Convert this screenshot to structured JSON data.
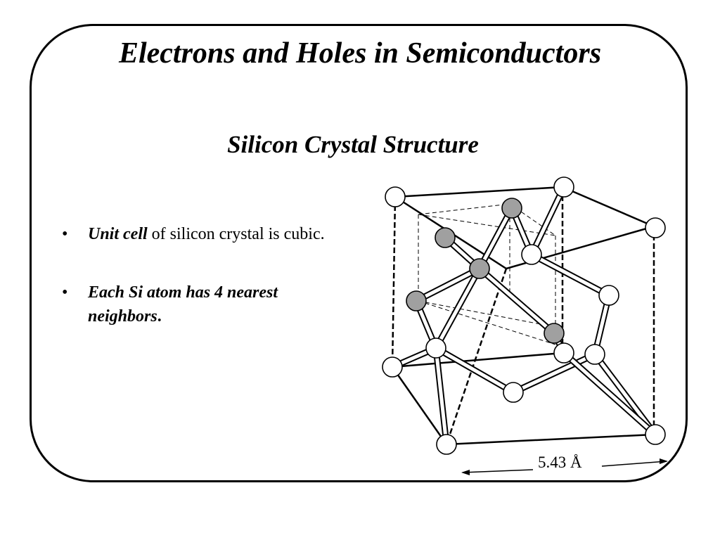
{
  "slide": {
    "title": "Electrons and Holes in Semiconductors",
    "subtitle": "Silicon Crystal Structure"
  },
  "bullets": [
    {
      "marker": "•",
      "lead": "Unit cell",
      "rest": " of silicon crystal is cubic."
    },
    {
      "marker": "•",
      "lead": "Each Si atom has 4 nearest neighbors",
      "rest": "."
    }
  ],
  "diagram": {
    "dimension_label": "5.43 Å",
    "colors": {
      "shaded_atom": "#a0a0a0",
      "plain_atom": "#ffffff",
      "line": "#000000"
    }
  }
}
